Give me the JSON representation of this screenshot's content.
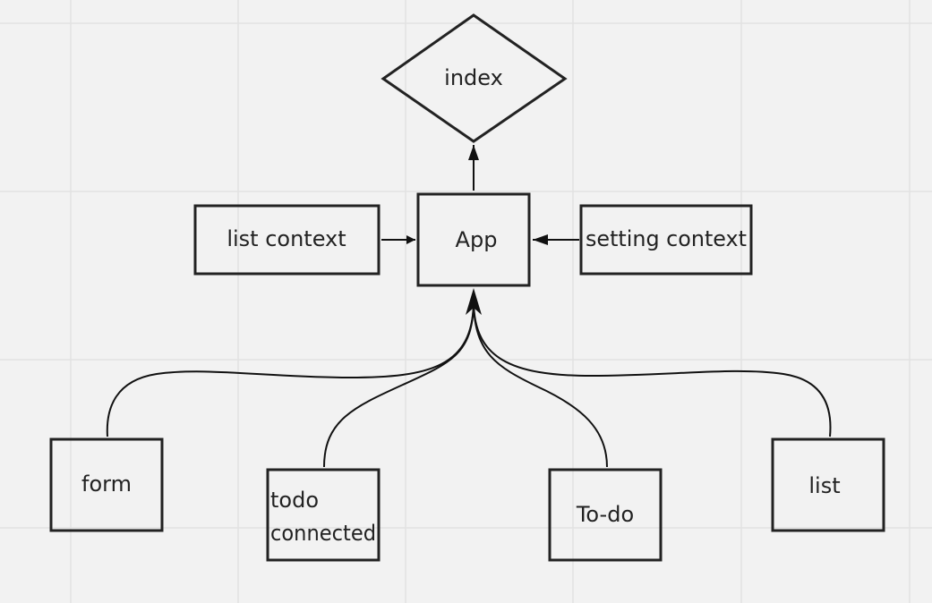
{
  "colors": {
    "background": "#f2f2f2",
    "grid": "#e2e2e2",
    "stroke": "#222222",
    "text": "#222222"
  },
  "nodes": {
    "index": "index",
    "app": "App",
    "list_context": "list context",
    "setting_context": "setting context",
    "form": "form",
    "todo_connected_line1": "todo",
    "todo_connected_line2": "connected",
    "todo": "To-do",
    "list": "list"
  }
}
